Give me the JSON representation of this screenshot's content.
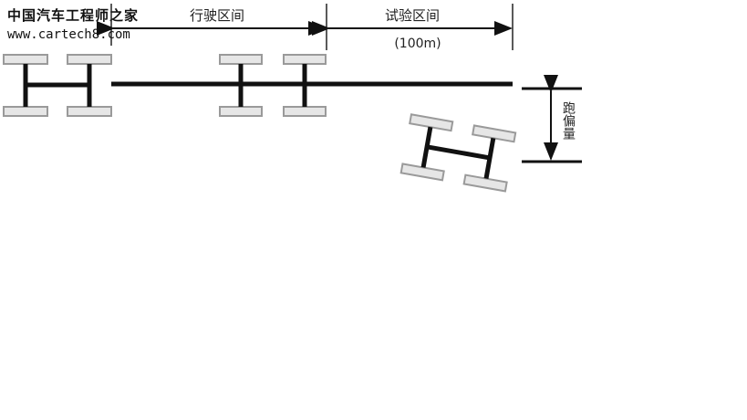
{
  "watermark": {
    "title": "中国汽车工程师之家",
    "url": "www.cartech8.com"
  },
  "labels": {
    "driving_section": "行驶区间",
    "test_section": "试验区间",
    "test_length": "(100m)",
    "deviation": "跑偏量"
  },
  "colors": {
    "line": "#111111",
    "wheel_fill": "#e6e6e6",
    "wheel_stroke": "#9a9a9a",
    "background": "#ffffff"
  }
}
